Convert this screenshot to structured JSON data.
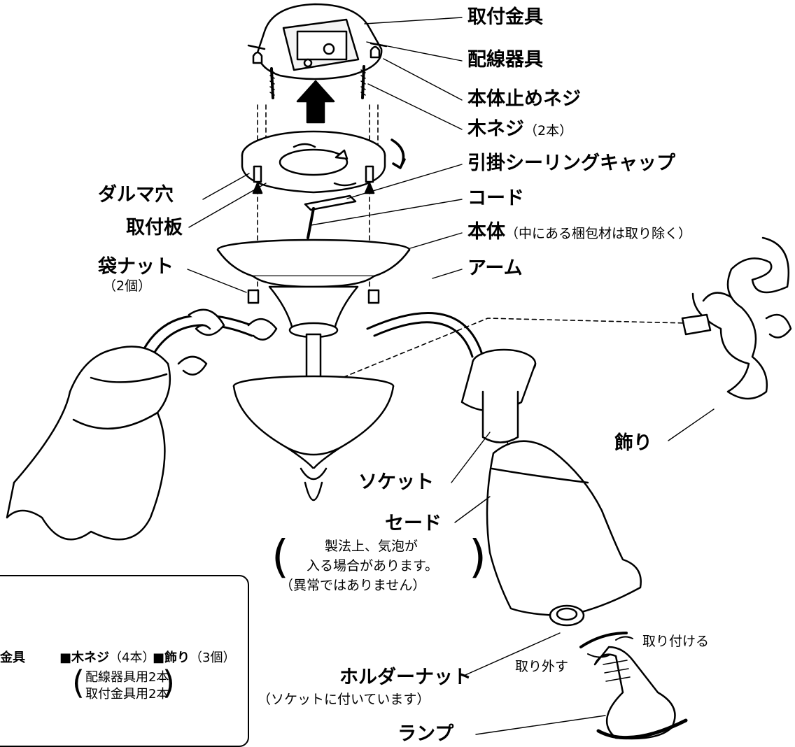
{
  "labels": {
    "mount_bracket": "取付金具",
    "wiring_fixture": "配線器具",
    "body_screw": "本体止めネジ",
    "wood_screw": "木ネジ",
    "wood_screw_note": "（2本）",
    "hook_cap": "引掛シーリングキャップ",
    "daruma_hole": "ダルマ穴",
    "cord": "コード",
    "mount_plate": "取付板",
    "body": "本体",
    "body_note": "（中にある梱包材は取り除く）",
    "cap_nut": "袋ナット",
    "cap_nut_note": "（2個）",
    "arm": "アーム",
    "ornament": "飾り",
    "socket": "ソケット",
    "shade": "セード",
    "shade_note_1": "製法上、気泡が",
    "shade_note_2": "入る場合があります。",
    "shade_note_3": "（異常ではありません）",
    "attach": "取り付ける",
    "detach": "取り外す",
    "holder_nut": "ホルダーナット",
    "holder_nut_note": "（ソケットに付いています）",
    "lamp": "ランプ"
  },
  "parts_box": {
    "item1_label": "金具",
    "item2_label": "■木ネジ",
    "item2_note": "（4本）",
    "item2_sub_1": "配線器具用2本",
    "item2_sub_2": "取付金具用2本",
    "item3_label": "■飾り",
    "item3_note": "（3個）"
  }
}
